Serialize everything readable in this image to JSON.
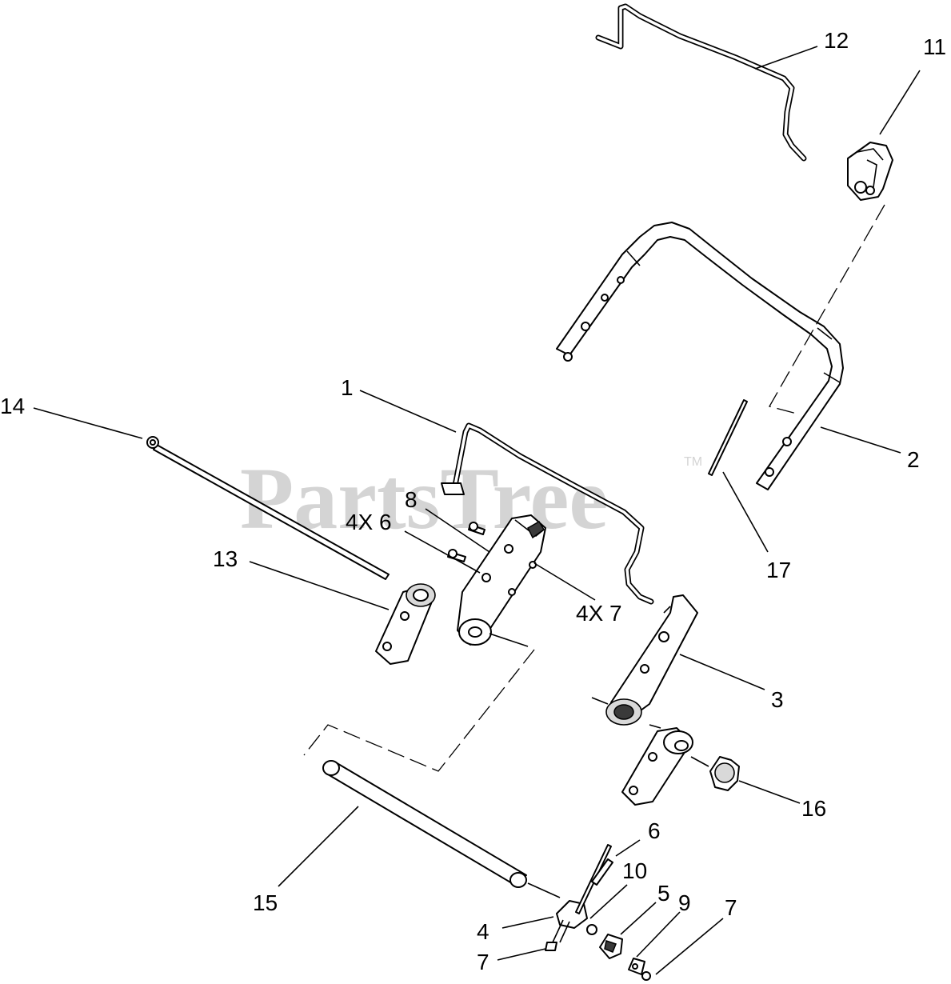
{
  "watermark": {
    "text": "PartsTree",
    "tm": "TM"
  },
  "callouts": [
    {
      "id": "12",
      "text": "12"
    },
    {
      "id": "11",
      "text": "11"
    },
    {
      "id": "1",
      "text": "1"
    },
    {
      "id": "14",
      "text": "14"
    },
    {
      "id": "2",
      "text": "2"
    },
    {
      "id": "8",
      "text": "8"
    },
    {
      "id": "4x6",
      "text": "4X 6"
    },
    {
      "id": "13",
      "text": "13"
    },
    {
      "id": "17",
      "text": "17"
    },
    {
      "id": "4x7",
      "text": "4X 7"
    },
    {
      "id": "3",
      "text": "3"
    },
    {
      "id": "16",
      "text": "16"
    },
    {
      "id": "6",
      "text": "6"
    },
    {
      "id": "10",
      "text": "10"
    },
    {
      "id": "15",
      "text": "15"
    },
    {
      "id": "5",
      "text": "5"
    },
    {
      "id": "9",
      "text": "9"
    },
    {
      "id": "7a",
      "text": "7"
    },
    {
      "id": "4",
      "text": "4"
    },
    {
      "id": "7b",
      "text": "7"
    }
  ]
}
